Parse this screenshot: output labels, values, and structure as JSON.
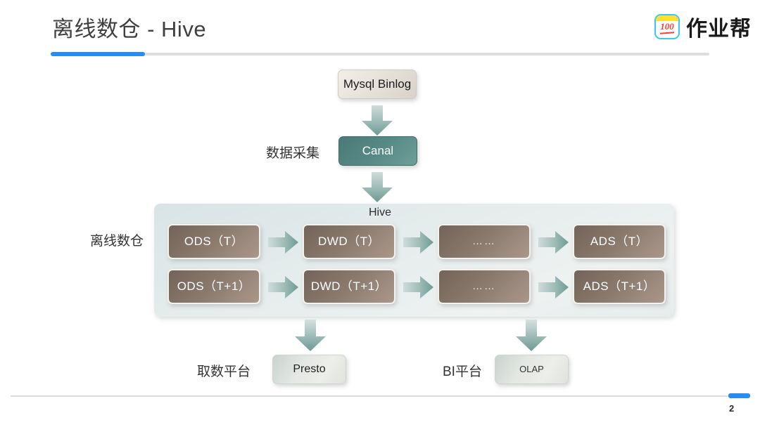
{
  "header": {
    "title": "离线数仓 - Hive",
    "brand_name": "作业帮",
    "brand_mark_text": "100",
    "accent_color": "#2b8cf0"
  },
  "footer": {
    "page_number": "2"
  },
  "diagram": {
    "container_label": "Hive",
    "side_labels": [
      {
        "name": "data-collection",
        "text": "数据采集"
      },
      {
        "name": "offline-warehouse",
        "text": "离线数仓"
      },
      {
        "name": "query-platform",
        "text": "取数平台"
      },
      {
        "name": "bi-platform",
        "text": "BI平台"
      }
    ],
    "nodes": {
      "source": {
        "label": "Mysql Binlog",
        "style": "beige"
      },
      "collector": {
        "label": "Canal",
        "style": "teal"
      },
      "query_engine": {
        "label": "Presto",
        "style": "pale"
      },
      "bi_engine": {
        "label": "OLAP",
        "style": "pale"
      }
    },
    "warehouse_rows": [
      {
        "name": "row-t",
        "cells": [
          {
            "label": "ODS（T）"
          },
          {
            "label": "DWD（T）"
          },
          {
            "label": "……"
          },
          {
            "label": "ADS（T）"
          }
        ]
      },
      {
        "name": "row-t-plus-1",
        "cells": [
          {
            "label": "ODS（T+1）"
          },
          {
            "label": "DWD（T+1）"
          },
          {
            "label": "……"
          },
          {
            "label": "ADS（T+1）"
          }
        ]
      }
    ],
    "colors": {
      "teal_node": "#568985",
      "brown_node": "#8a7a6e",
      "beige_node": "#e7e2da",
      "pale_node": "#e4e7e3",
      "container": "#e3ebeb",
      "arrow": "#7fa6a3"
    }
  }
}
